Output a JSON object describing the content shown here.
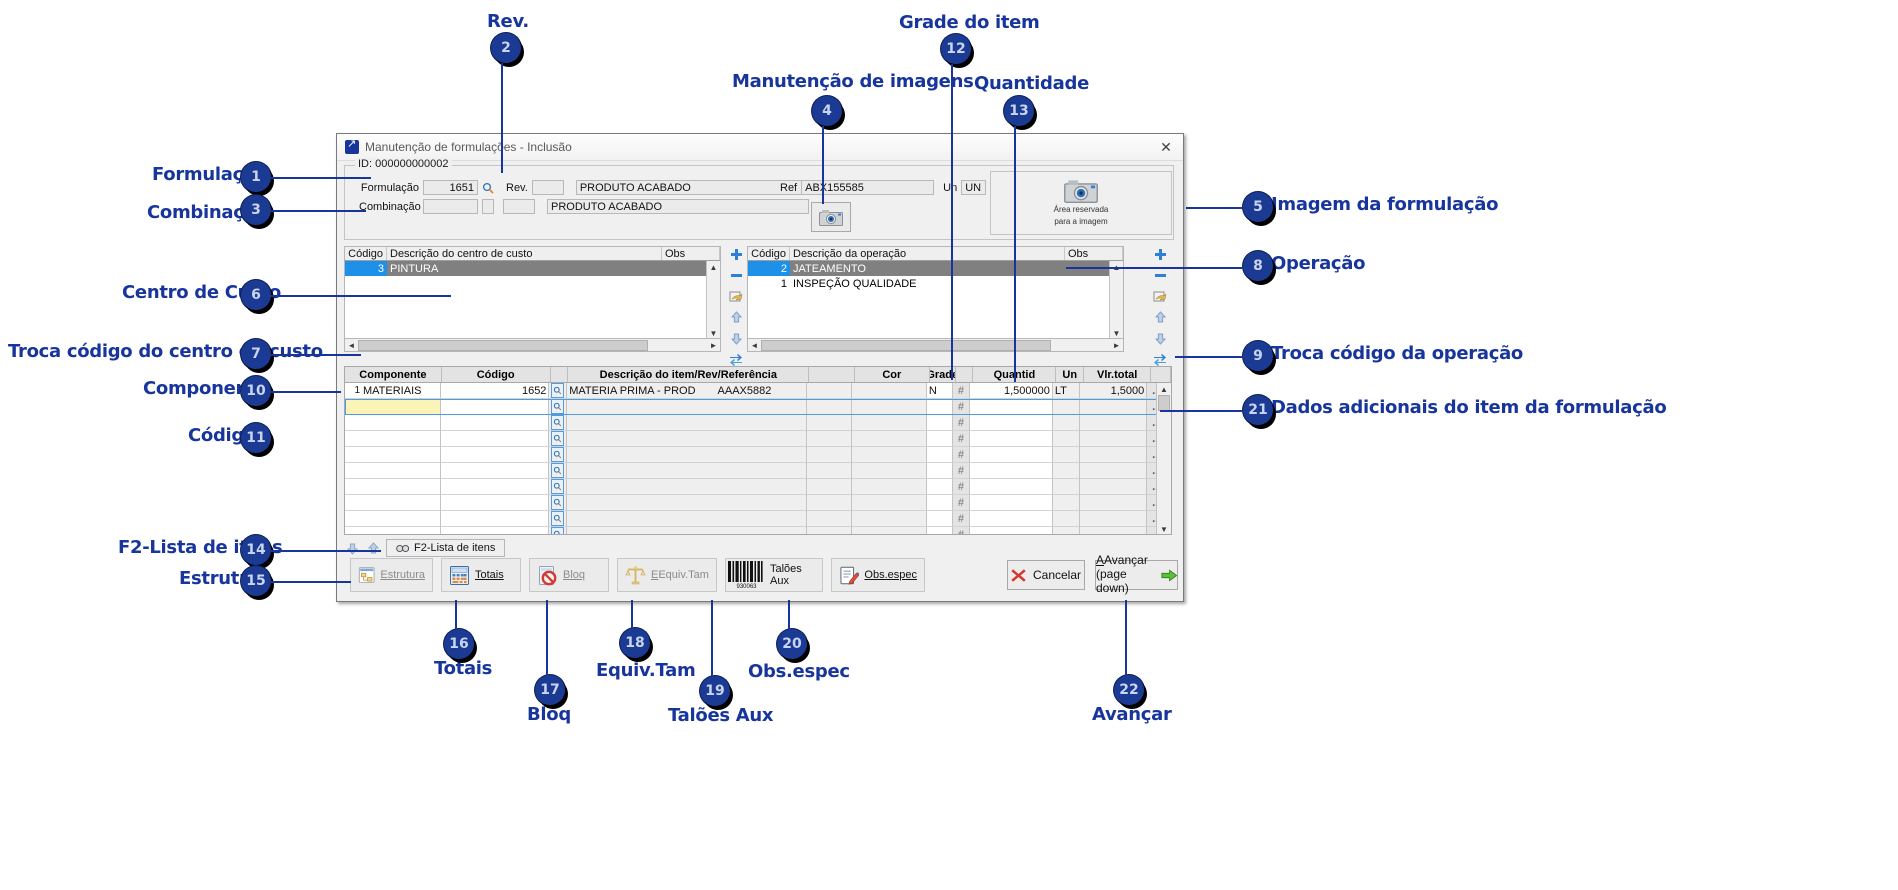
{
  "window": {
    "title": "Manutenção de formulações - Inclusão",
    "close_label": "✕",
    "icon": "app-icon"
  },
  "header": {
    "id_legend": "ID: 000000000002",
    "formulacao_label": "Formulação",
    "formulacao_value": "1651",
    "rev_label": "Rev.",
    "rev_value": "",
    "formulacao_desc": "PRODUTO ACABADO",
    "combinacao_label": "Combinação",
    "combinacao_value": "",
    "combinacao_value2": "",
    "combinacao_desc": "PRODUTO ACABADO",
    "ref_label": "Ref",
    "ref_value": "ABX155585",
    "un_label": "Un",
    "un_value": "UN",
    "image_caption_1": "Área reservada",
    "image_caption_2": "para a imagem"
  },
  "cost_center": {
    "columns": [
      "Código",
      "Descrição do centro de custo",
      "Obs"
    ],
    "rows": [
      {
        "codigo": "3",
        "descricao": "PINTURA",
        "obs": "",
        "selected": true
      }
    ]
  },
  "operation": {
    "columns": [
      "Código",
      "Descrição da operação",
      "Obs"
    ],
    "rows": [
      {
        "codigo": "2",
        "descricao": "JATEAMENTO",
        "obs": "",
        "selected": true
      },
      {
        "codigo": "1",
        "descricao": "INSPEÇÃO QUALIDADE",
        "obs": "",
        "selected": false
      }
    ]
  },
  "item_grid": {
    "columns": [
      "Componente",
      "Código",
      "Descrição do item/Rev/Referência",
      "Cor",
      "Grade",
      "Quantid",
      "Un",
      "Vlr.total"
    ],
    "rows": [
      {
        "seq": "1",
        "componente": "MATERIAIS",
        "codigo": "1652",
        "descricao": "MATERIA PRIMA - PROD",
        "referencia": "AAAX5882",
        "cor": "",
        "grade": "N",
        "quantid": "1,500000",
        "un": "LT",
        "vlr_total": "1,5000"
      }
    ],
    "empty_rows": 8,
    "grade_button": "#",
    "more_button": "..."
  },
  "tabstrip": {
    "down_icon": "arrow-down-icon",
    "up_icon": "arrow-up-icon",
    "tab_label": "F2-Lista de itens"
  },
  "toolbar": {
    "buttons": [
      {
        "label": "Estrutura",
        "icon": "structure-icon",
        "enabled": false
      },
      {
        "label": "Totais",
        "icon": "calculator-icon",
        "enabled": true
      },
      {
        "label": "Bloq",
        "icon": "block-icon",
        "enabled": false
      },
      {
        "label": "Equiv.Tam",
        "icon": "scale-icon",
        "enabled": false
      },
      {
        "label": "Talões Aux",
        "icon": "barcode-icon",
        "enabled": true
      },
      {
        "label": "Obs.espec",
        "icon": "notes-icon",
        "enabled": true
      }
    ],
    "barcode_digits": "930063",
    "cancel_label": "Cancelar",
    "advance_label_1": "Avançar",
    "advance_label_2": "(page down)"
  },
  "annotations": {
    "accent": "#17359b",
    "items": [
      {
        "n": "1",
        "text": "Formulação"
      },
      {
        "n": "2",
        "text": "Rev."
      },
      {
        "n": "3",
        "text": "Combinação"
      },
      {
        "n": "4",
        "text": "Manutenção de imagens"
      },
      {
        "n": "5",
        "text": "Imagem da formulação"
      },
      {
        "n": "6",
        "text": "Centro de Custo"
      },
      {
        "n": "7",
        "text": "Troca código do centro de custo"
      },
      {
        "n": "8",
        "text": "Operação"
      },
      {
        "n": "9",
        "text": "Troca código da operação"
      },
      {
        "n": "10",
        "text": "Componente"
      },
      {
        "n": "11",
        "text": "Código"
      },
      {
        "n": "12",
        "text": "Grade do item"
      },
      {
        "n": "13",
        "text": "Quantidade"
      },
      {
        "n": "14",
        "text": "F2-Lista de itens"
      },
      {
        "n": "15",
        "text": "Estrutura"
      },
      {
        "n": "16",
        "text": "Totais"
      },
      {
        "n": "17",
        "text": "Bloq"
      },
      {
        "n": "18",
        "text": "Equiv.Tam"
      },
      {
        "n": "19",
        "text": "Talões Aux"
      },
      {
        "n": "20",
        "text": "Obs.espec"
      },
      {
        "n": "21",
        "text": "Dados adicionais do item da formulação"
      },
      {
        "n": "22",
        "text": "Avançar"
      }
    ]
  }
}
